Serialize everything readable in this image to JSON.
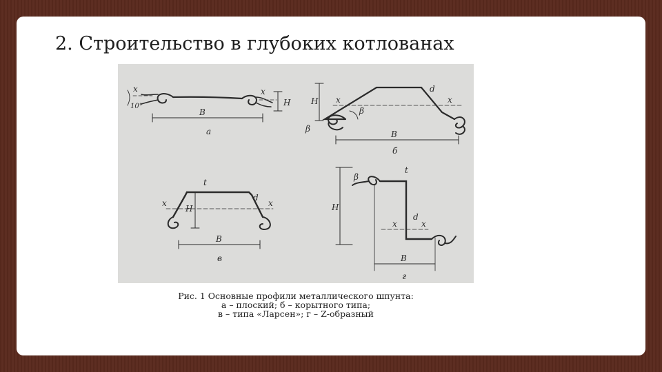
{
  "slide": {
    "title": "2. Строительство в глубоких котлованах"
  },
  "figure": {
    "profile_a": {
      "label_x_left": "x",
      "label_x_right": "x",
      "label_angle": "10°",
      "label_B": "B",
      "label_H": "H",
      "label_panel": "а"
    },
    "profile_b": {
      "label_H": "H",
      "label_x_left": "x",
      "label_x_right": "x",
      "label_d": "d",
      "label_beta_center": "β",
      "label_beta_left": "β",
      "label_B": "B",
      "label_panel": "б"
    },
    "profile_v": {
      "label_t": "t",
      "label_H": "H",
      "label_x_left": "x",
      "label_x_right": "x",
      "label_d": "d",
      "label_B": "B",
      "label_panel": "в"
    },
    "profile_g": {
      "label_beta": "β",
      "label_t": "t",
      "label_H": "H",
      "label_d": "d",
      "label_x_left": "x",
      "label_x_right": "x",
      "label_B": "B",
      "label_panel": "г"
    },
    "colors": {
      "background": "#dcdcda",
      "ink": "#2a2a2a"
    }
  },
  "caption": {
    "line1": "Рис. 1 Основные профили металлического шпунта:",
    "line2": "а – плоский; б – корытного типа;",
    "line3": "в – типа «Ларсен»; г – Z-образный"
  },
  "colors": {
    "frame": "#5a2a1e",
    "slide": "#ffffff"
  }
}
